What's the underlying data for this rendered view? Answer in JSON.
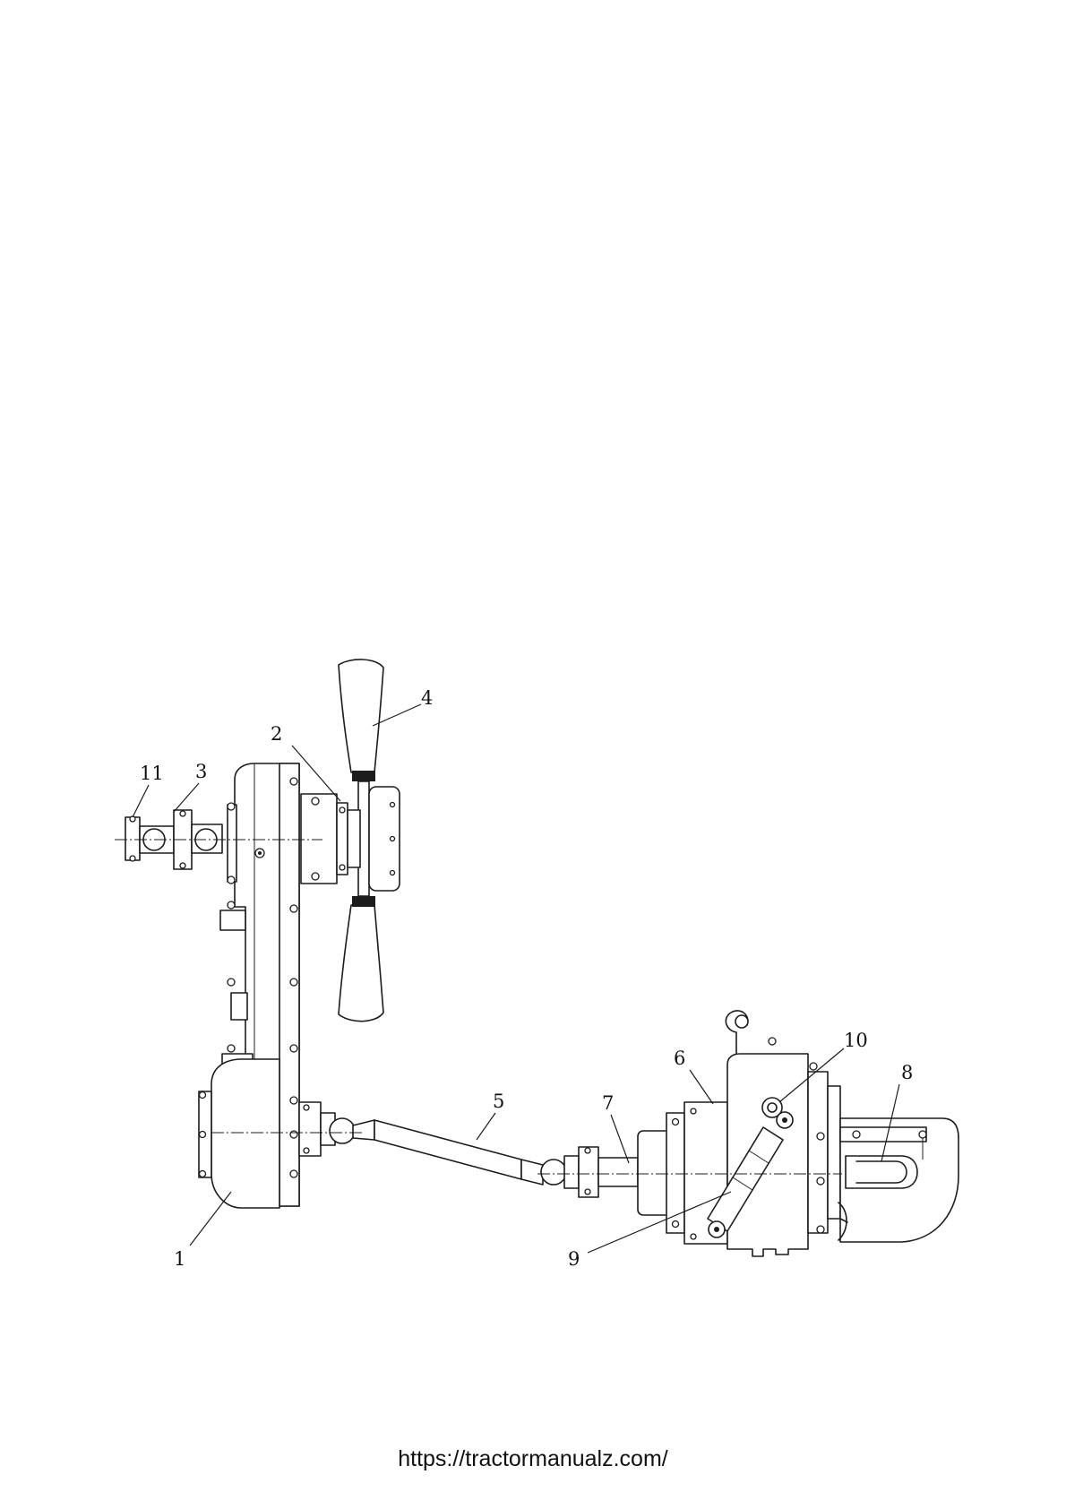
{
  "diagram": {
    "callouts": [
      "1",
      "2",
      "3",
      "4",
      "5",
      "6",
      "7",
      "8",
      "9",
      "10",
      "11"
    ]
  },
  "footer": {
    "url": "https://tractormanualz.com/"
  }
}
